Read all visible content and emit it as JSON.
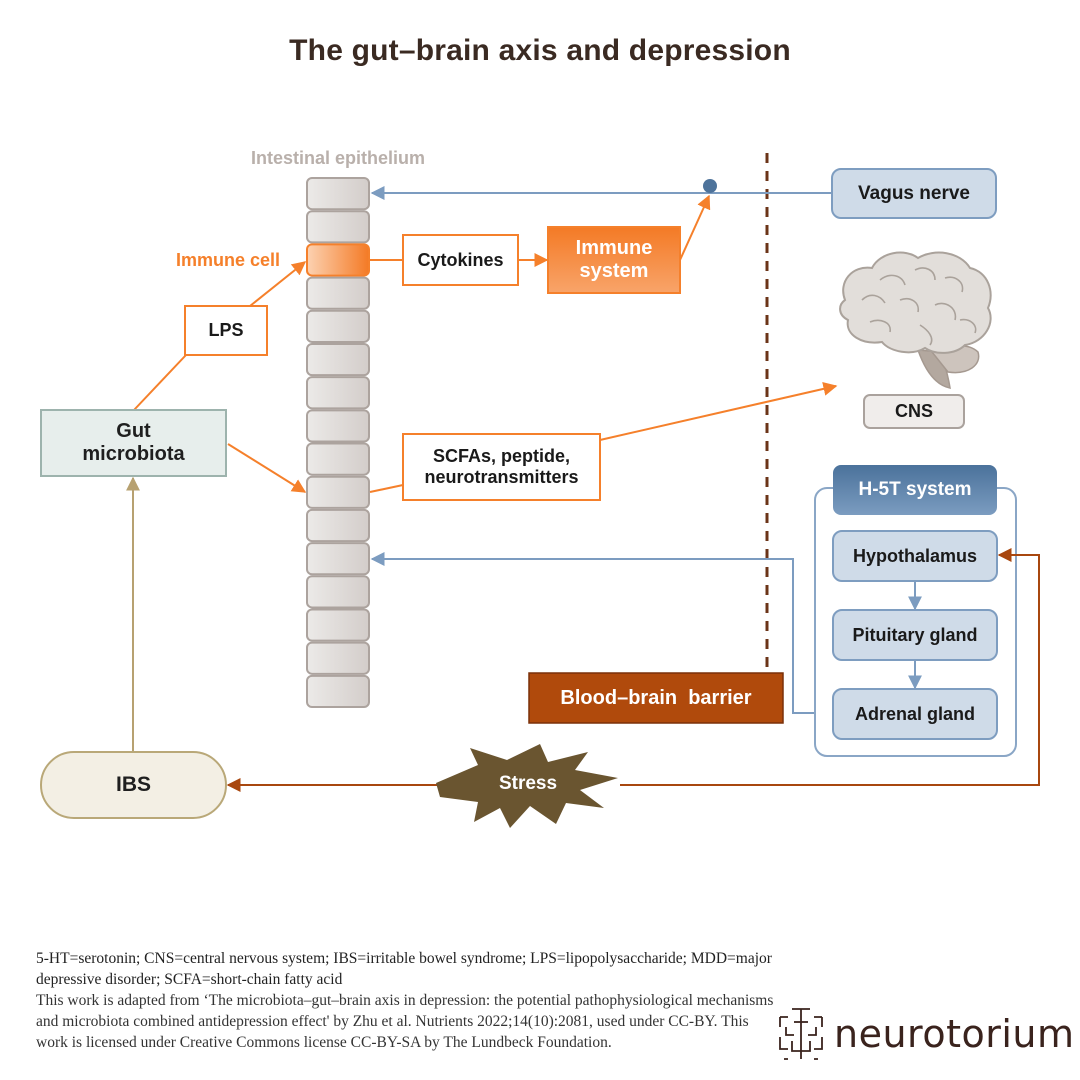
{
  "title": "The gut–brain axis and depression",
  "colors": {
    "orange": "#f5802b",
    "blue": "#7c9cc0",
    "dark_blue": "#4e76a0",
    "brown": "#a8470f",
    "tan": "#b7a171",
    "stress": "#6a5530",
    "epithelium_label": "#b9b0ab"
  },
  "labels": {
    "intestinal_epithelium": "Intestinal epithelium",
    "immune_cell": "Immune cell",
    "lps": "LPS",
    "gut_microbiota": "Gut microbiota",
    "cytokines": "Cytokines",
    "immune_system": "Immune system",
    "scfas": "SCFAs, peptide, neurotransmitters",
    "vagus_nerve": "Vagus nerve",
    "cns": "CNS",
    "h5t_system": "H-5T system",
    "hypothalamus": "Hypothalamus",
    "pituitary_gland": "Pituitary gland",
    "adrenal_gland": "Adrenal gland",
    "blood_brain_barrier": "Blood–brain  barrier",
    "ibs": "IBS",
    "stress": "Stress"
  },
  "epithelium": {
    "segment_count": 16,
    "immune_cell_index": 2
  },
  "footnote": {
    "abbreviations": "5-HT=serotonin; CNS=central nervous system; IBS=irritable bowel syndrome; LPS=lipopolysaccharide; MDD=major depressive disorder; SCFA=short-chain fatty acid",
    "credit": "This work is adapted from ‘The microbiota–gut–brain axis in depression: the potential pathophysiological mechanisms and microbiota combined antidepression effect' by Zhu et al. Nutrients 2022;14(10):2081, used under CC-BY. This work is licensed under Creative Commons license CC-BY-SA by The Lundbeck Foundation."
  },
  "logo": {
    "text": "neurotorium"
  }
}
